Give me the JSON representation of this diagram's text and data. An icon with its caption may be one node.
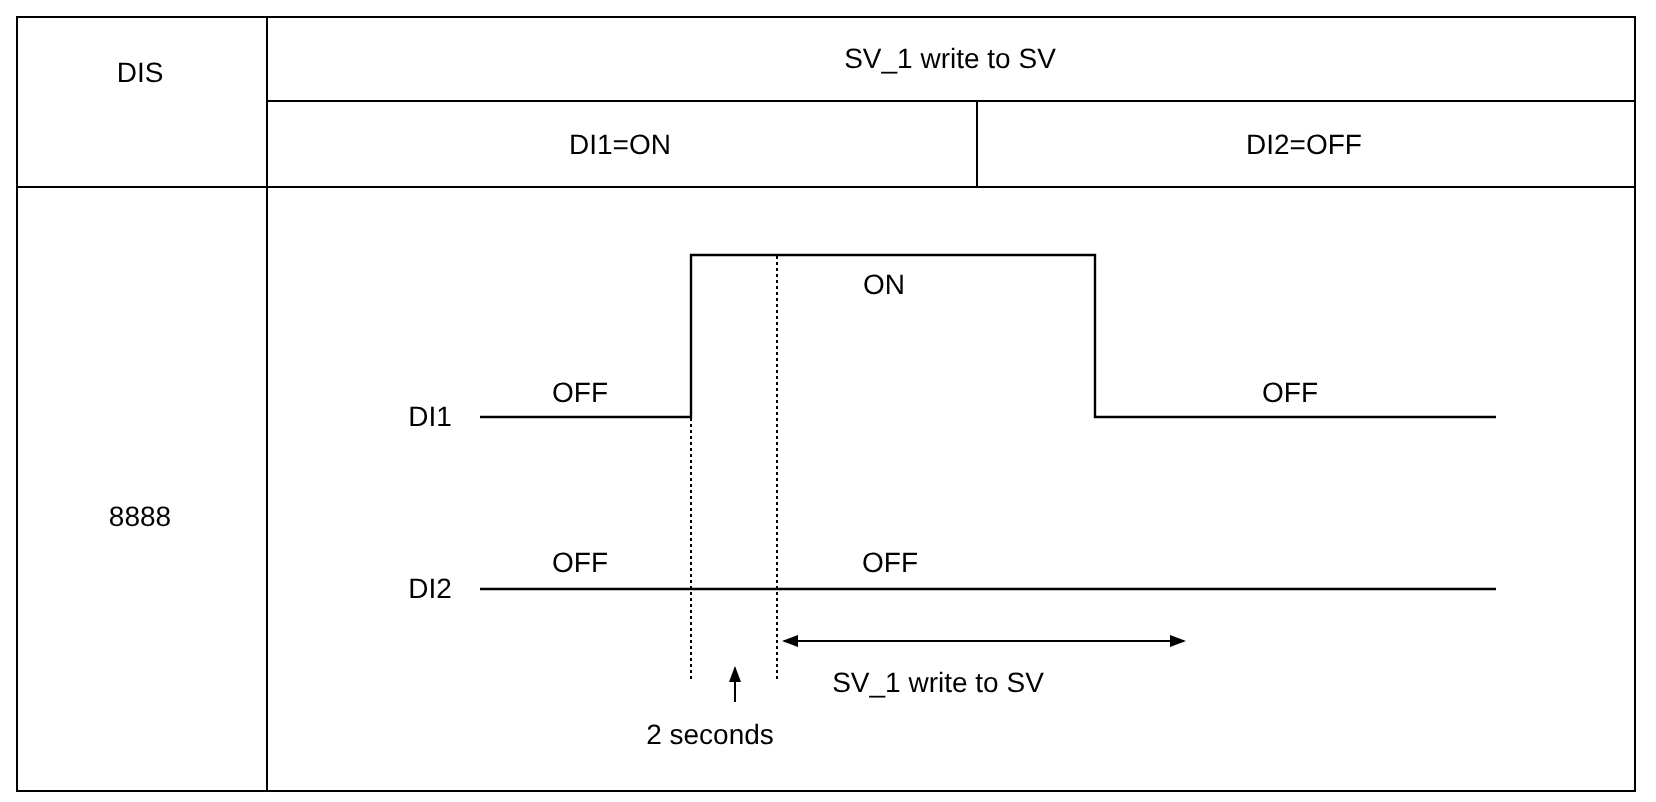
{
  "diagram": {
    "labels": [
      "DIS",
      "SV_1 write to SV",
      "DI1=ON",
      "DI2=OFF",
      "8888",
      "ON",
      "OFF",
      "OFF",
      "DI1",
      "OFF",
      "OFF",
      "DI2",
      "SV_1 write to SV",
      "2 seconds"
    ]
  }
}
